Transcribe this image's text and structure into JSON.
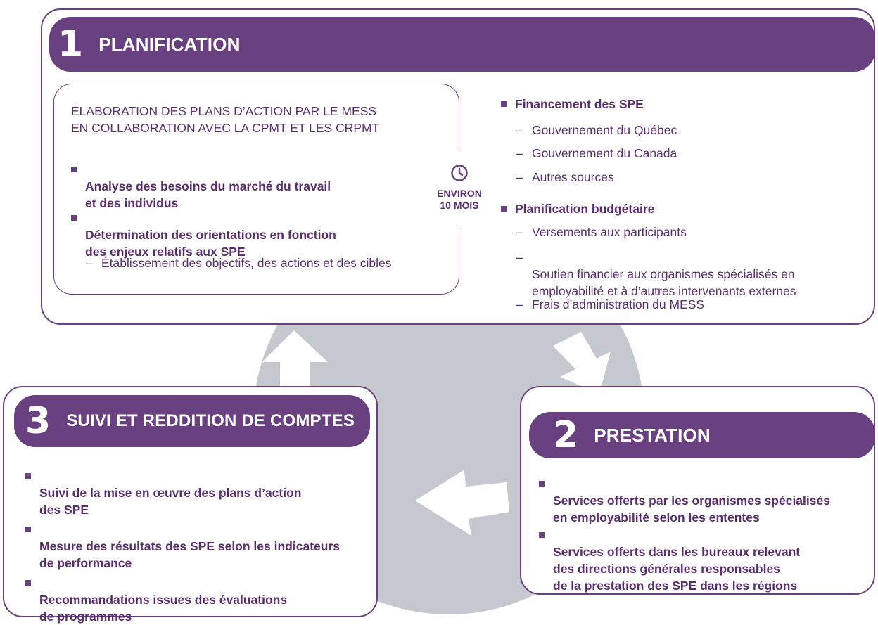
{
  "colors": {
    "purple": "#6a4180",
    "text": "#5a2e6e",
    "circle": "#c5c8cf"
  },
  "section1": {
    "number": "1",
    "title": "PLANIFICATION",
    "sub_title_line1": "ÉLABORATION DES PLANS D’ACTION PAR LE MESS",
    "sub_title_line2": "EN COLLABORATION AVEC LA CPMT ET LES CRPMT",
    "left_items": [
      "Analyse des besoins du marché du travail\net des individus",
      "Détermination des orientations en fonction\ndes enjeux relatifs aux SPE"
    ],
    "left_sub_item": "Établissement des objectifs, des actions et des cibles",
    "duration_line1": "ENVIRON",
    "duration_line2": "10 MOIS",
    "duration_icon": "clock-icon",
    "right_groups": [
      {
        "title": "Financement des SPE",
        "items": [
          "Gouvernement du Québec",
          "Gouvernement du Canada",
          "Autres sources"
        ]
      },
      {
        "title": "Planification budgétaire",
        "items": [
          "Versements aux participants",
          "Soutien financier aux organismes spécialisés en\nemployabilité et à d’autres intervenants externes",
          "Frais d’administration du MESS"
        ]
      }
    ]
  },
  "section2": {
    "number": "2",
    "title": "PRESTATION",
    "items": [
      "Services offerts par les organismes spécialisés\nen employabilité selon les ententes",
      "Services offerts dans les bureaux relevant\ndes directions générales responsables\nde la prestation des SPE dans les régions"
    ]
  },
  "section3": {
    "number": "3",
    "title": "SUIVI ET REDDITION DE COMPTES",
    "items": [
      "Suivi de la mise en œuvre des plans d’action\ndes SPE",
      "Mesure des résultats des SPE selon les indicateurs\nde performance",
      "Recommandations issues des évaluations\nde programmes"
    ]
  },
  "dash": "–"
}
